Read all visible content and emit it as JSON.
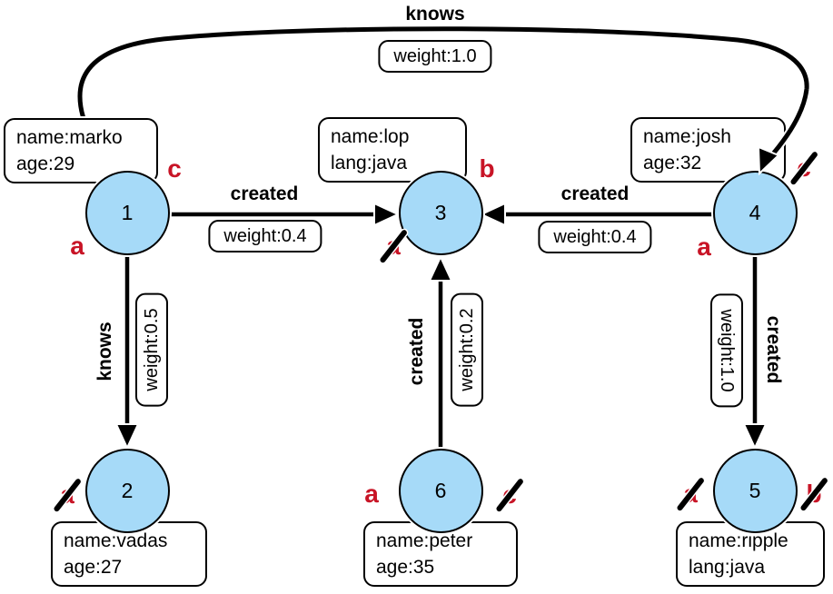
{
  "colors": {
    "background": "#FFFFFF",
    "node_fill": "#A6DAF8",
    "node_border": "#000000",
    "edge_color": "#000000",
    "marker_color": "#C81426"
  },
  "nodes": [
    {
      "id": "1",
      "properties": [
        "name:marko",
        "age:29"
      ]
    },
    {
      "id": "2",
      "properties": [
        "name:vadas",
        "age:27"
      ]
    },
    {
      "id": "3",
      "properties": [
        "name:lop",
        "lang:java"
      ]
    },
    {
      "id": "4",
      "properties": [
        "name:josh",
        "age:32"
      ]
    },
    {
      "id": "5",
      "properties": [
        "name:ripple",
        "lang:java"
      ]
    },
    {
      "id": "6",
      "properties": [
        "name:peter",
        "age:35"
      ]
    }
  ],
  "edges": [
    {
      "from": "1",
      "to": "4",
      "label": "knows",
      "weight": "weight:1.0"
    },
    {
      "from": "1",
      "to": "3",
      "label": "created",
      "weight": "weight:0.4"
    },
    {
      "from": "4",
      "to": "3",
      "label": "created",
      "weight": "weight:0.4"
    },
    {
      "from": "1",
      "to": "2",
      "label": "knows",
      "weight": "weight:0.5"
    },
    {
      "from": "6",
      "to": "3",
      "label": "created",
      "weight": "weight:0.2"
    },
    {
      "from": "4",
      "to": "5",
      "label": "created",
      "weight": "weight:1.0"
    }
  ],
  "markers": [
    {
      "node": "1",
      "letter": "c",
      "slashed": false
    },
    {
      "node": "1",
      "letter": "a",
      "slashed": false
    },
    {
      "node": "3",
      "letter": "b",
      "slashed": false
    },
    {
      "node": "3",
      "letter": "a",
      "slashed": true
    },
    {
      "node": "4",
      "letter": "c",
      "slashed": true
    },
    {
      "node": "4",
      "letter": "a",
      "slashed": false
    },
    {
      "node": "2",
      "letter": "a",
      "slashed": true
    },
    {
      "node": "6",
      "letter": "a",
      "slashed": false
    },
    {
      "node": "6",
      "letter": "c",
      "slashed": true
    },
    {
      "node": "5",
      "letter": "a",
      "slashed": true
    },
    {
      "node": "5",
      "letter": "b",
      "slashed": true
    }
  ]
}
